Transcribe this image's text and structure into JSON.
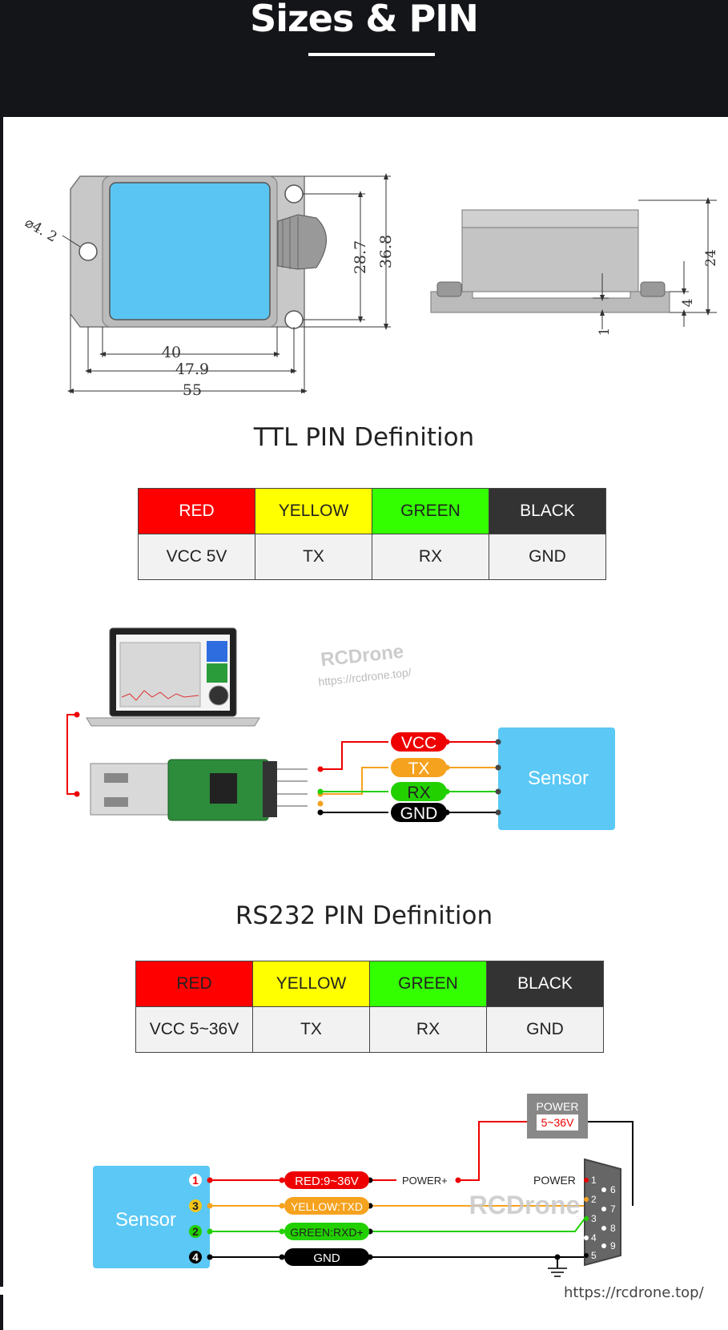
{
  "header": {
    "title": "Sizes & PIN"
  },
  "dimensions": {
    "hole": "⌀4. 2",
    "inner_height": "28.7",
    "outer_height": "36.8",
    "w_inner": "40",
    "w_mid": "47.9",
    "w_outer": "55",
    "side_height": "24",
    "side_small": "4",
    "side_base": "1"
  },
  "ttl": {
    "title": "TTL PIN Definition",
    "colors": [
      "RED",
      "YELLOW",
      "GREEN",
      "BLACK"
    ],
    "values": [
      "VCC  5V",
      "TX",
      "RX",
      "GND"
    ]
  },
  "ttl_diagram": {
    "watermark": "RCDrone",
    "watermark_url": "https://rcdrone.top/",
    "wires": [
      "VCC",
      "TX",
      "RX",
      "GND"
    ],
    "sensor": "Sensor"
  },
  "rs232": {
    "title": "RS232 PIN Definition",
    "colors": [
      "RED",
      "YELLOW",
      "GREEN",
      "BLACK"
    ],
    "values": [
      "VCC  5~36V",
      "TX",
      "RX",
      "GND"
    ]
  },
  "rs232_diagram": {
    "sensor": "Sensor",
    "pin_numbers": [
      "1",
      "3",
      "2",
      "4"
    ],
    "wires": [
      "RED:9~36V",
      "YELLOW:TXD",
      "GREEN:RXD+",
      "GND"
    ],
    "power_plus": "POWER+",
    "power_box_title": "POWER",
    "power_box_value": "5~36V",
    "connector_label": "POWER",
    "connector_pins": [
      "1",
      "2",
      "3",
      "4",
      "5",
      "6",
      "7",
      "8",
      "9"
    ],
    "watermark": "RCDrone"
  },
  "footer": {
    "url": "https://rcdrone.top/"
  },
  "colors": {
    "red": "#ff0000",
    "yellow": "#ffff00",
    "green": "#33ff00",
    "black": "#333333",
    "sensor": "#5bc8f5",
    "orange": "#f5a21e"
  }
}
